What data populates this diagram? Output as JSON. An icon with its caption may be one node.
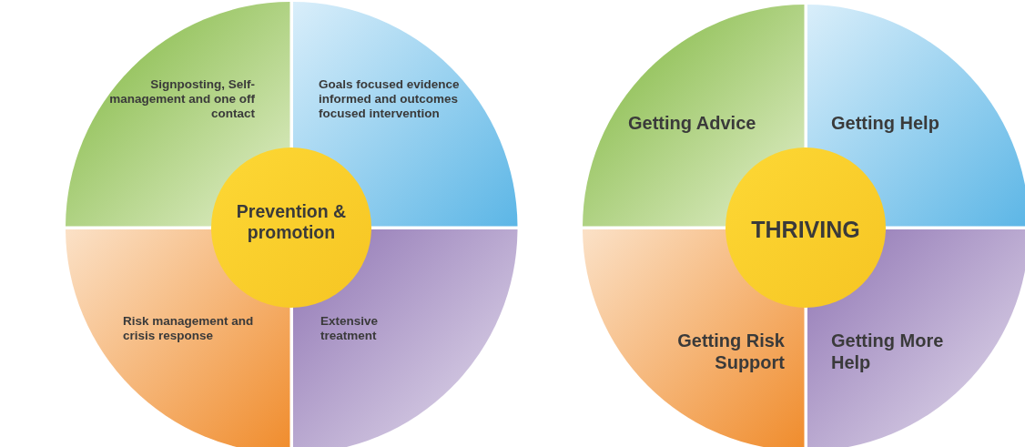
{
  "diagram": {
    "nodes": [
      {
        "text": [
          "Signposting, Self-management and one off contact"
        ]
      },
      {
        "text": [
          "Goals focused evidence informed and outcomes focused intervention"
        ]
      },
      {
        "text": [
          "Prevention & promotion"
        ]
      },
      {
        "text": [
          "Risk management and crisis response"
        ]
      },
      {
        "text": [
          "Extensive treatment"
        ]
      },
      {
        "text": [
          "Getting Advice"
        ]
      },
      {
        "text": [
          "Getting Help"
        ]
      },
      {
        "text": [
          "THRIVING"
        ]
      },
      {
        "text": [
          "Getting Risk Support"
        ]
      },
      {
        "text": [
          "Getting More Help"
        ]
      }
    ]
  }
}
